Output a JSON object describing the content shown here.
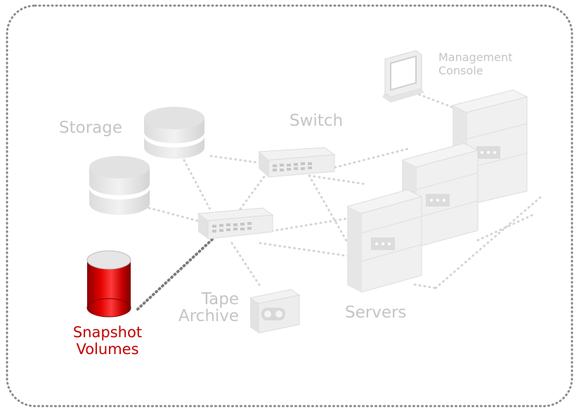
{
  "labels": {
    "storage": "Storage",
    "switch": "Switch",
    "management_console": "Management\nConsole",
    "tape_archive": "Tape\nArchive",
    "servers": "Servers",
    "snapshot_volumes": "Snapshot\nVolumes"
  },
  "colors": {
    "border": "#8a8a8a",
    "faded_device": "#ececec",
    "faded_stroke": "#d0d0d0",
    "snapshot_red": "#d40000",
    "snapshot_label": "#c20000",
    "link_dots": "#d4d4d4",
    "active_link": "#7a7a7a"
  }
}
